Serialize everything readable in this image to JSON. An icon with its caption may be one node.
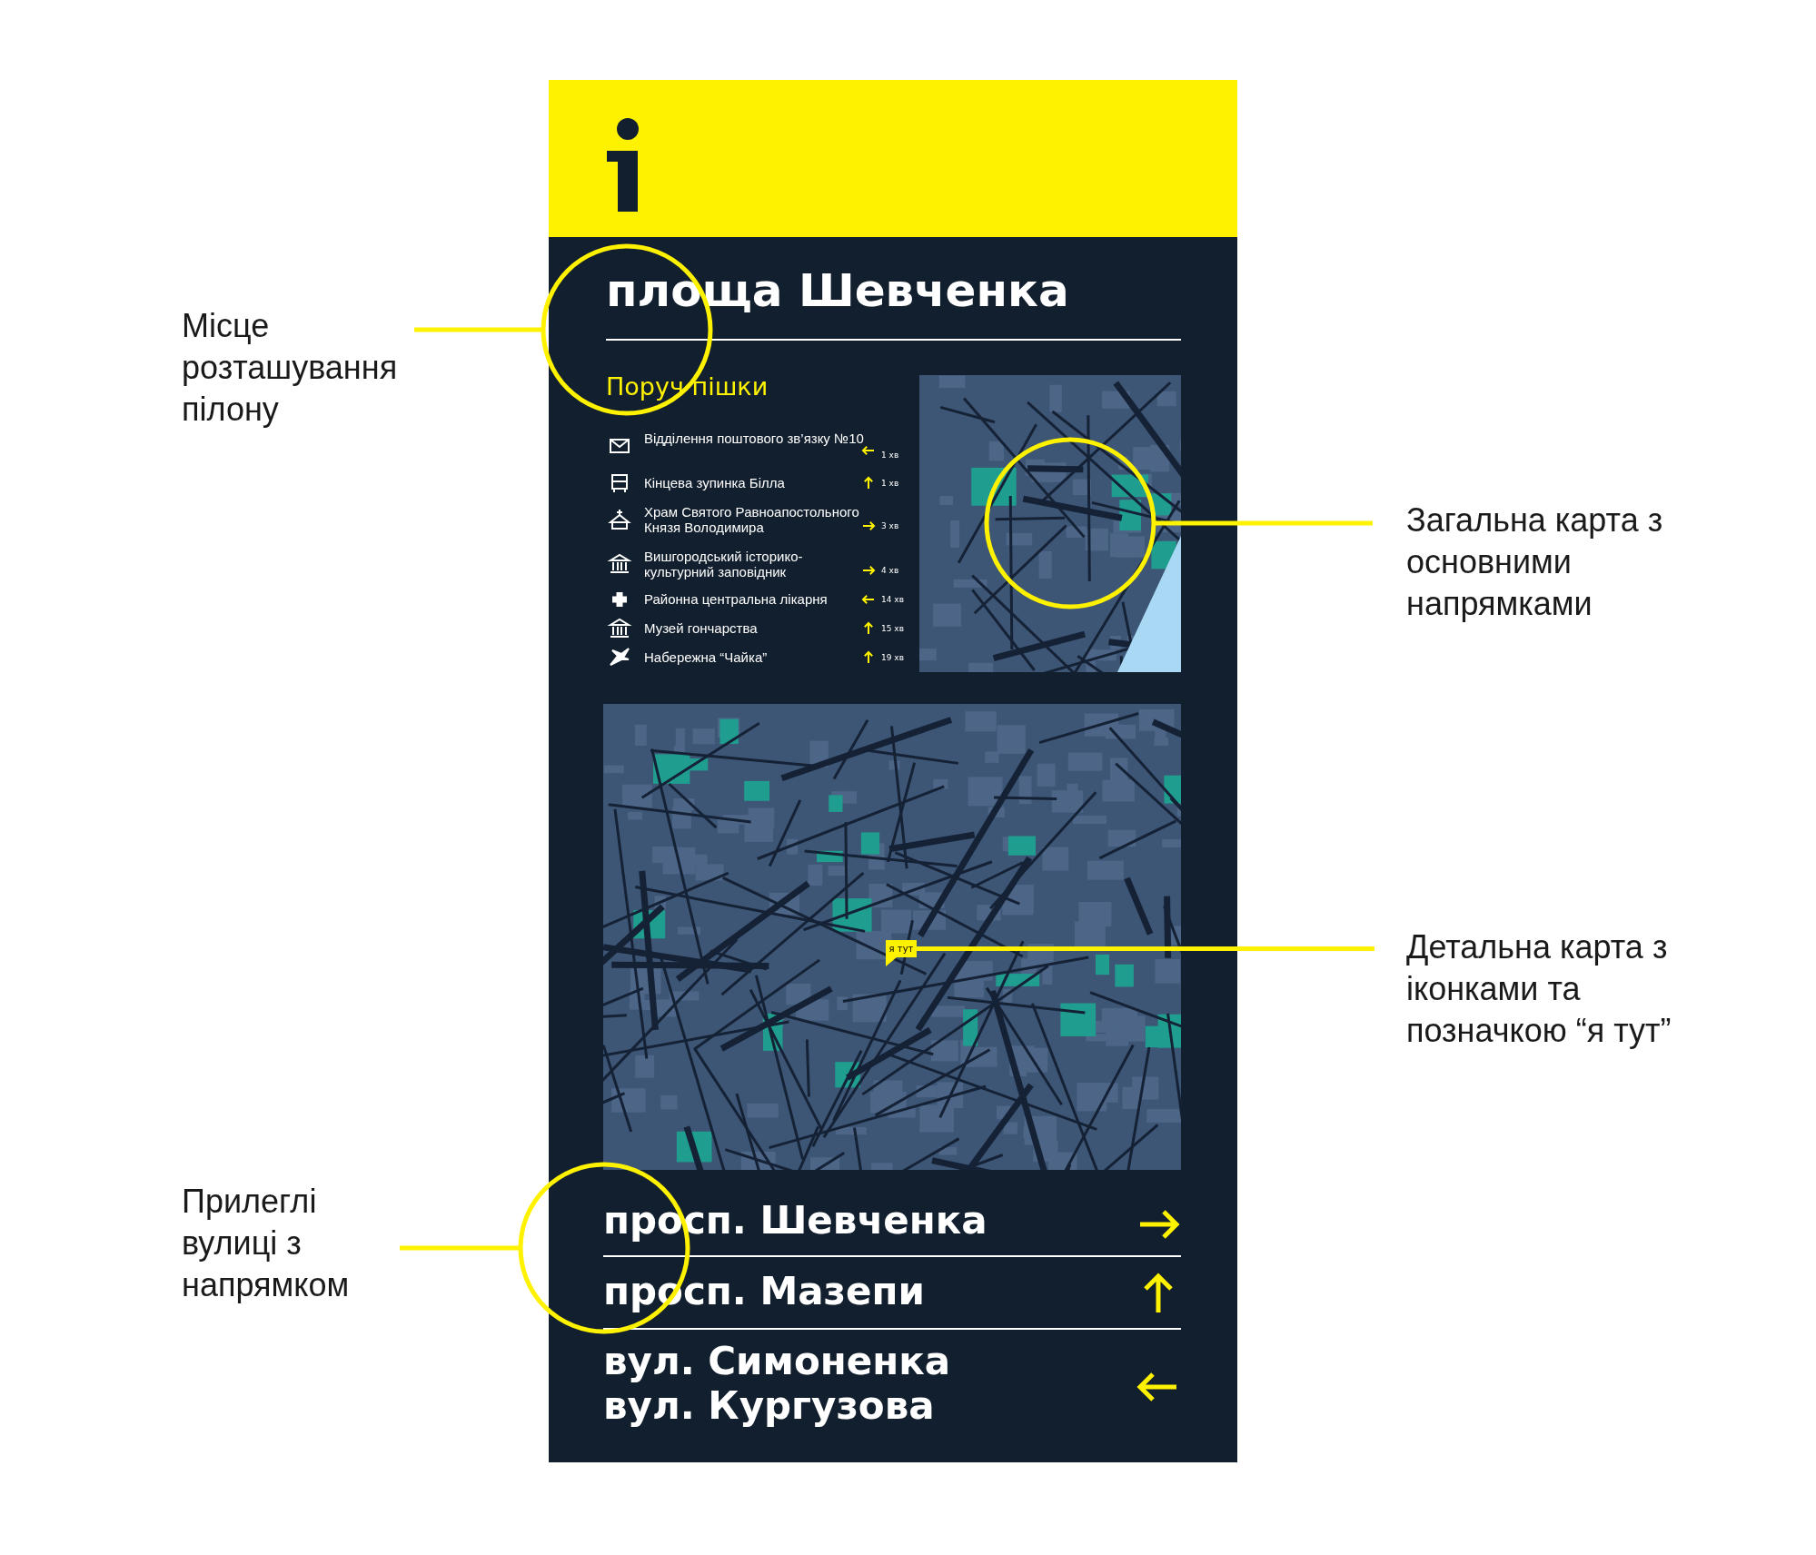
{
  "diagram": {
    "nodes": [
      {
        "text": [
          "Місце розташування пілону"
        ]
      },
      {
        "text": [],
        "shape": "circle"
      },
      {
        "text": [
          "Загальна карта з основними напрямками"
        ]
      },
      {
        "text": [],
        "shape": "circle"
      },
      {
        "text": [
          "Детальна карта з іконками та позначкою “я тут”"
        ]
      },
      {
        "text": [
          "я тут"
        ]
      },
      {
        "text": [
          "Прилеглі вулиці з напрямком"
        ]
      },
      {
        "text": [],
        "shape": "circle"
      }
    ],
    "edges": [
      {
        "from": 0,
        "to": 1,
        "arrow": "none"
      },
      {
        "from": 2,
        "to": 3,
        "arrow": "none"
      },
      {
        "from": 4,
        "to": 5,
        "arrow": "none"
      },
      {
        "from": 6,
        "to": 7,
        "arrow": "none"
      }
    ],
    "labels": [
      "площа Шевченка",
      "Поруч пішки",
      "Відділення поштового зв’язку №10",
      "1 хв",
      "Кінцева зупинка Білла",
      "1 хв",
      "Храм Святого Равноапостольного Князя Володимира",
      "3 хв",
      "Вишгородський історико-культурний заповідник",
      "4 хв",
      "Районна центральна лікарня",
      "14 хв",
      "Музей гончарства",
      "15 хв",
      "Набережна “Чайка”",
      "19 хв",
      "просп. Шевченка",
      "просп. Мазепи",
      "вул. Симоненка",
      "вул. Кургузова"
    ]
  }
}
